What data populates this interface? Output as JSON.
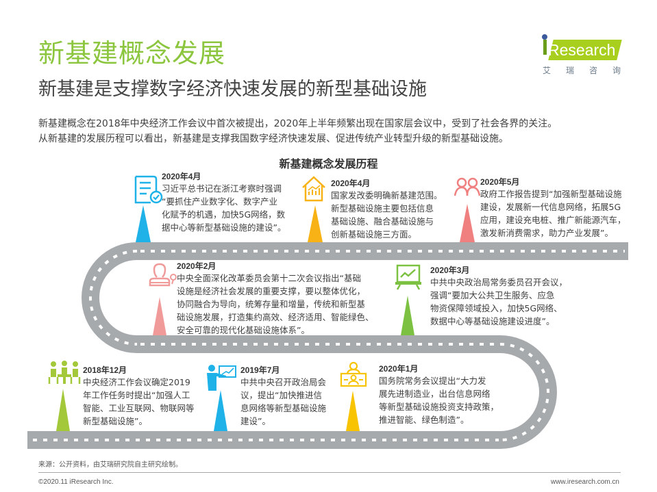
{
  "header": {
    "title": "新基建概念发展",
    "subtitle": "新基建是支撑数字经济快速发展的新型基础设施"
  },
  "logo": {
    "brand": "Research",
    "brand_prefix": "i",
    "cn_chars": [
      "艾",
      "瑞",
      "咨",
      "询"
    ]
  },
  "intro": {
    "line1": "新基建概念在2018年中央经济工作会议中首次被提出，2020年上半年频繁出现在国家层会议中，受到了社会各界的关注。",
    "line2": "从新基建的发展历程可以看出，新基建是支撑我国数字经济快速发展、促进传统产业转型升级的新型基础设施。"
  },
  "diagram": {
    "title": "新基建概念发展历程",
    "colors": {
      "road": "#a7aaad",
      "lane_marks": "#ffffff",
      "blue": "#1eb2e8",
      "orange": "#f8b216",
      "pink": "#f08c8c",
      "green": "#8cc63f",
      "lime": "#a3c93a",
      "yellow": "#f8c300"
    },
    "events": [
      {
        "id": "e1",
        "date": "2018年12月",
        "icon": "meeting-people-icon",
        "color": "#a3c93a",
        "lines": [
          "中央经济工作会议确定2019",
          "年工作任务时提出“加强人工",
          "智能、工业互联网、物联网等",
          "新型基础设施”。"
        ]
      },
      {
        "id": "e2",
        "date": "2019年7月",
        "icon": "presenter-chart-icon",
        "color": "#1eb2e8",
        "lines": [
          "中共中央召开政治局会",
          "议，提出“加快推进信",
          "息网络等新型基础设施",
          "建设”。"
        ]
      },
      {
        "id": "e3",
        "date": "2020年1月",
        "icon": "video-conference-icon",
        "color": "#f8c300",
        "lines": [
          "国务院常务会议提出“大力发",
          "展先进制造业，出台信息网络",
          "等新型基础设施投资支持政策，",
          "推进智能、绿色制造”。"
        ]
      },
      {
        "id": "e4",
        "date": "2020年2月",
        "icon": "stamp-person-icon",
        "color": "#f19a9a",
        "lines": [
          "中央全面深化改革委员会第十二次会议指出“基础",
          "设施是经济社会发展的重要支撑，要以整体优化，",
          "协同融合为导向，统筹存量和增量，传统和新型基",
          "础设施发展，打造集约高效、经济适用、智能绿色、",
          "安全可靠的现代化基础设施体系”。"
        ]
      },
      {
        "id": "e5",
        "date": "2020年3月",
        "icon": "trend-board-icon",
        "color": "#7dc142",
        "lines": [
          "中共中央政治局常务委员召开会议，",
          "强调“要加大公共卫生服务、应急",
          "物资保障领域投入，加快5G网络、",
          "数据中心等基础设施建设进度”。"
        ]
      },
      {
        "id": "e6",
        "date": "2020年4月",
        "icon": "document-check-icon",
        "color": "#1eb2e8",
        "lines": [
          "习近平总书记在浙江考察时强调",
          "“要抓住产业数字化、数字产业",
          "化赋予的机遇，加快5G网络，数",
          "据中心等新型基础设施的建设”。"
        ]
      },
      {
        "id": "e7",
        "date": "2020年4月",
        "icon": "house-chart-icon",
        "color": "#f8b216",
        "lines": [
          "国家发改委明确新基建范围。",
          "新型基础设施主要包括信息",
          "基础设施、融合基础设施与",
          "创新基础设施三方面。"
        ]
      },
      {
        "id": "e8",
        "date": "2020年5月",
        "icon": "people-group-icon",
        "color": "#f08080",
        "lines": [
          "政府工作报告提到“加强新型基础设施",
          "建设，发展新一代信息网络，拓展5G",
          "应用，建设充电桩、推广新能源汽车，",
          "激发新消费需求，助力产业发展”。"
        ]
      }
    ]
  },
  "footer": {
    "source": "来源：公开资料，由艾瑞研究院自主研究绘制。",
    "copyright": "©2020.11 iResearch Inc.",
    "url": "www.iresearch.com.cn"
  }
}
